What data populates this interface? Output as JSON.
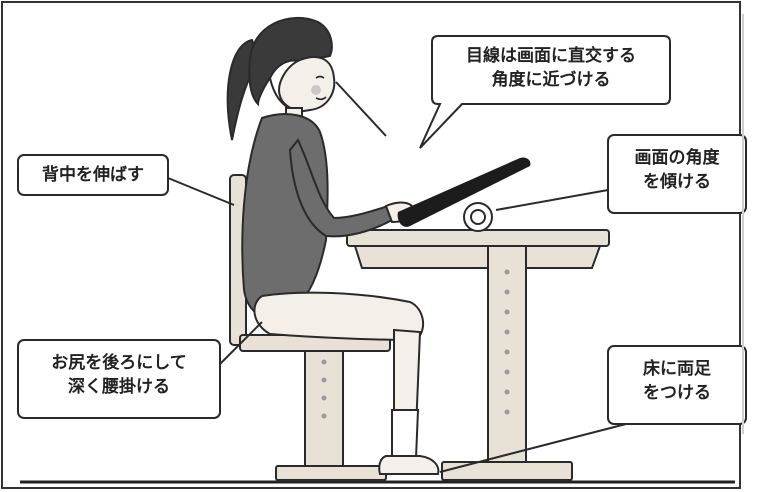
{
  "callouts": {
    "gaze": {
      "line1": "目線は画面に直交する",
      "line2": "角度に近づける"
    },
    "screen_angle": {
      "line1": "画面の角度",
      "line2": "を傾ける"
    },
    "back": {
      "line1": "背中を伸ばす"
    },
    "hips": {
      "line1": "お尻を後ろにして",
      "line2": "深く腰掛ける"
    },
    "feet": {
      "line1": "床に両足",
      "line2": "をつける"
    }
  },
  "colors": {
    "outline": "#2a2a2a",
    "hair": "#3a3a3a",
    "shirt": "#6d6d6d",
    "tablet": "#1c1c1c",
    "furniture": "#e8e2d6",
    "skin": "#f4efe8"
  }
}
